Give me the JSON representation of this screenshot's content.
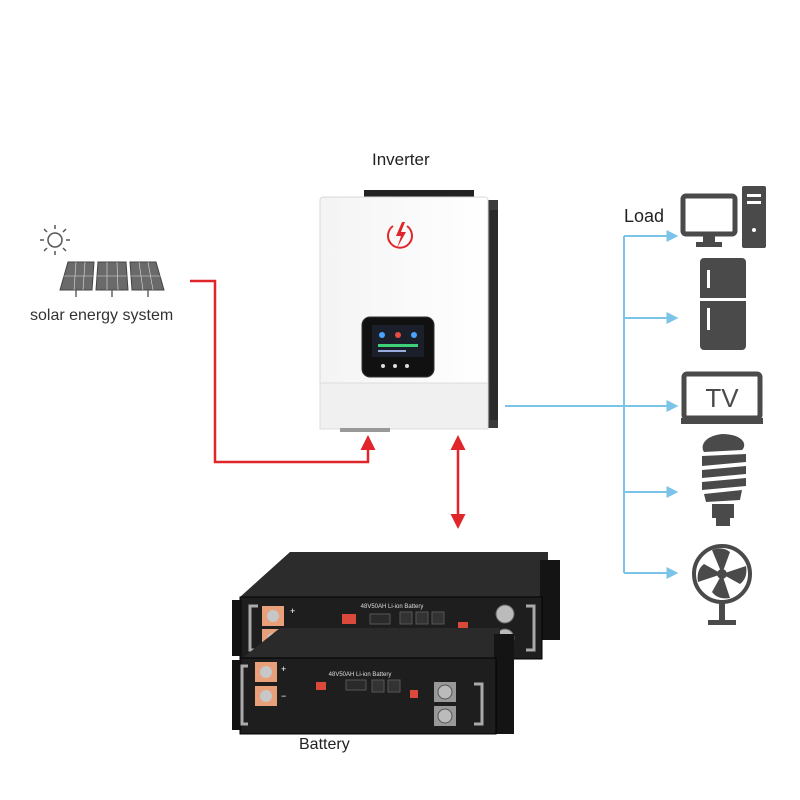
{
  "labels": {
    "inverter": "Inverter",
    "solar": "solar energy system",
    "load": "Load",
    "battery": "Battery",
    "tv": "TV",
    "battery_unit_top": "48V50AH Li-ion Battery",
    "battery_unit_bottom": "48V50AH Li-ion Battery"
  },
  "colors": {
    "power_line": "#e0262b",
    "load_line": "#7cc3e8",
    "icon_gray": "#4a4a4a",
    "battery_body": "#1e1e1e",
    "terminal_copper": "#e8a07a"
  },
  "icons": [
    "sun-icon",
    "solar-panel-icon",
    "lightning-icon",
    "computer-icon",
    "refrigerator-icon",
    "tv-icon",
    "bulb-icon",
    "fan-icon"
  ]
}
